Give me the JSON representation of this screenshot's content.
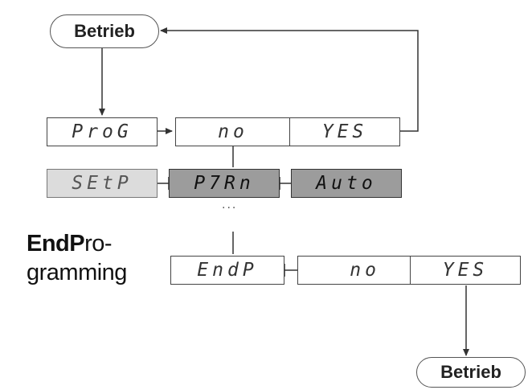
{
  "nodes": {
    "betrieb_top": "Betrieb",
    "betrieb_bottom": "Betrieb",
    "prog": "ProG",
    "prog_no": "no",
    "prog_yes": "YES",
    "setp": "SEtP",
    "param": "P7Rn",
    "auto": "Auto",
    "endp": "EndP",
    "endp_no": "no",
    "endp_yes": "YES"
  },
  "ellipsis": "···",
  "caption": {
    "bold_1": "End",
    "bold_2": "P",
    "rest_line1": "ro-",
    "line2": "gramming"
  },
  "colors": {
    "line": "#333333",
    "lcd_light": "#dcdcdc",
    "lcd_dark": "#9c9c9c"
  }
}
